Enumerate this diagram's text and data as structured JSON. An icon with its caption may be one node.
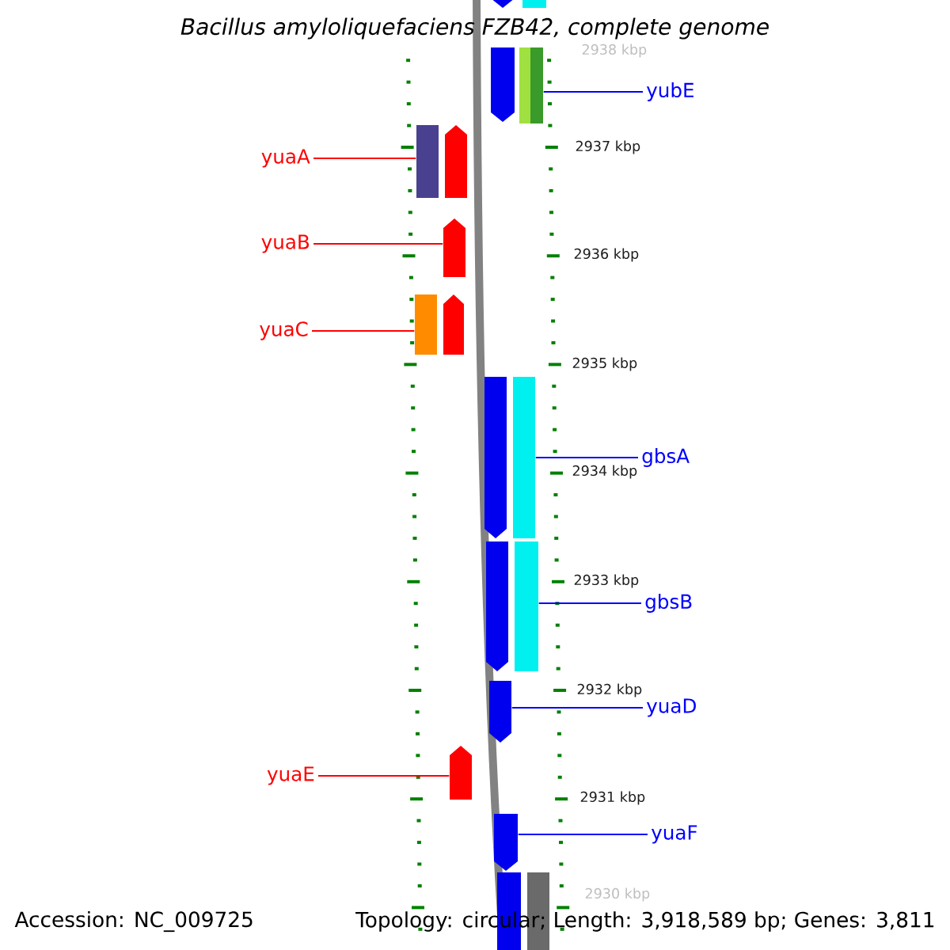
{
  "diagram": {
    "title": "Bacillus amyloliquefaciens FZB42, complete genome",
    "nodes": [
      {
        "text": [
          "yubE"
        ]
      },
      {
        "text": [],
        "shape": "bar"
      },
      {
        "text": [
          "yuaA"
        ]
      },
      {
        "text": [],
        "shape": "bar"
      },
      {
        "text": [
          "yuaB"
        ]
      },
      {
        "text": [],
        "shape": "pentagon"
      },
      {
        "text": [
          "yuaC"
        ]
      },
      {
        "text": [],
        "shape": "bar"
      },
      {
        "text": [
          "gbsA"
        ]
      },
      {
        "text": [],
        "shape": "bar"
      },
      {
        "text": [
          "gbsB"
        ]
      },
      {
        "text": [],
        "shape": "bar"
      },
      {
        "text": [
          "yuaD"
        ]
      },
      {
        "text": [],
        "shape": "pentagon"
      },
      {
        "text": [
          "yuaE"
        ]
      },
      {
        "text": [],
        "shape": "pentagon"
      },
      {
        "text": [
          "yuaF"
        ]
      },
      {
        "text": [],
        "shape": "pentagon"
      },
      {
        "text": [],
        "shape": "pentagon"
      },
      {
        "text": [],
        "shape": "bar"
      },
      {
        "text": [],
        "shape": "pentagon"
      },
      {
        "text": [],
        "shape": "bar"
      },
      {
        "text": [],
        "shape": "pentagon"
      },
      {
        "text": [],
        "shape": "pentagon"
      },
      {
        "text": [],
        "shape": "pentagon"
      },
      {
        "text": [],
        "shape": "pentagon"
      },
      {
        "text": [],
        "shape": "pentagon"
      },
      {
        "text": [],
        "shape": "bar"
      }
    ],
    "edges": [
      {
        "from": 0,
        "to": 1,
        "arrow": "none"
      },
      {
        "from": 2,
        "to": 3,
        "arrow": "none",
        "color": "#ff0000"
      },
      {
        "from": 4,
        "to": 5,
        "arrow": "none",
        "color": "#ff0000"
      },
      {
        "from": 6,
        "to": 7,
        "arrow": "none",
        "color": "#ff0000"
      },
      {
        "from": 8,
        "to": 9,
        "arrow": "none"
      },
      {
        "from": 10,
        "to": 11,
        "arrow": "none"
      },
      {
        "from": 12,
        "to": 13,
        "arrow": "none"
      },
      {
        "from": 14,
        "to": 15,
        "arrow": "none",
        "color": "#ff0000"
      },
      {
        "from": 16,
        "to": 17,
        "arrow": "none"
      }
    ],
    "labels": [
      "2938 kbp",
      "2937 kbp",
      "2936 kbp",
      "2935 kbp",
      "2934 kbp",
      "2933 kbp",
      "2932 kbp",
      "2931 kbp",
      "2930 kbp",
      "Accession: NC_009725",
      "Topology: circular; Length: 3,918,589 bp; Genes: 3,811"
    ]
  }
}
